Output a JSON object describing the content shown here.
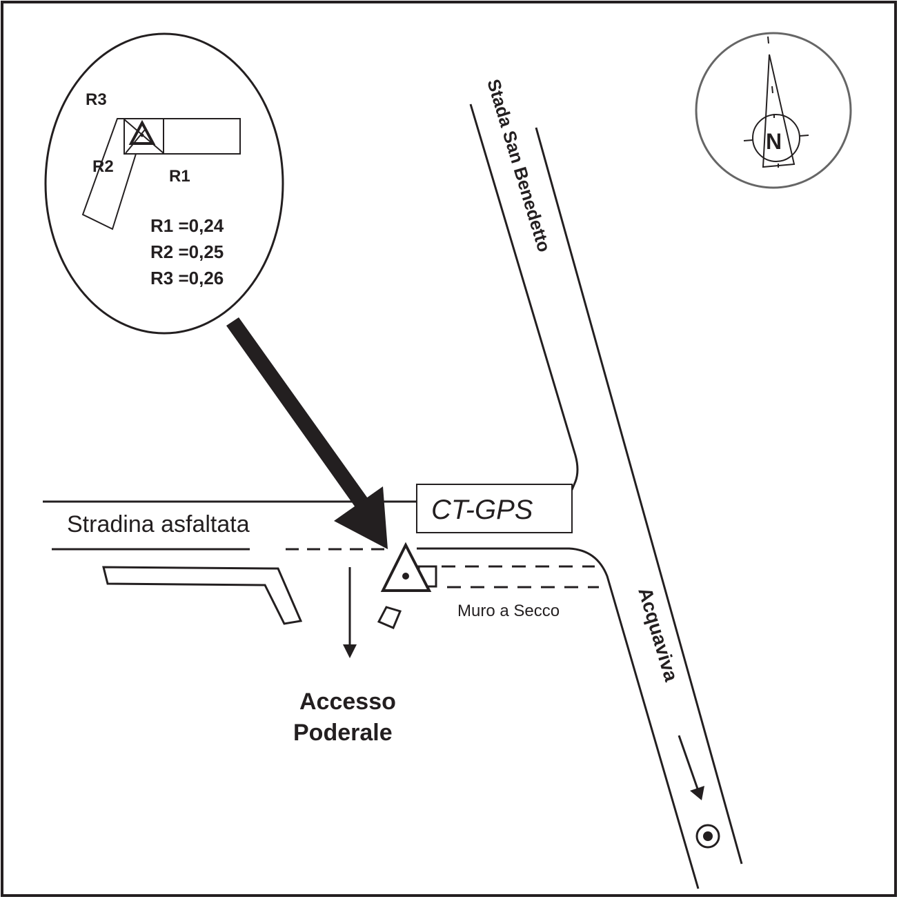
{
  "map": {
    "colors": {
      "ink": "#231f20",
      "compass_ring": "#666666",
      "background": "#ffffff"
    },
    "inset": {
      "labels": {
        "r1": "R1",
        "r2": "R2",
        "r3": "R3"
      },
      "measurements": [
        {
          "label": "R1",
          "value": "0,24",
          "text": "R1 =0,24"
        },
        {
          "label": "R2",
          "value": "0,25",
          "text": "R2 =0,25"
        },
        {
          "label": "R3",
          "value": "0,26",
          "text": "R3 =0,26"
        }
      ]
    },
    "compass": {
      "letter": "N",
      "icon": "north-arrow-icon"
    },
    "roads": {
      "san_benedetto": "Stada San Benedetto",
      "stradina": "Stradina asfaltata",
      "acquaviva": "Acquaviva"
    },
    "labels": {
      "station": "CT-GPS",
      "wall": "Muro a Secco",
      "access_line1": "Accesso",
      "access_line2": "Poderale"
    },
    "icons": {
      "station_marker": "triangle-station-icon",
      "destination": "target-point-icon",
      "pointer": "callout-arrow-icon"
    }
  }
}
